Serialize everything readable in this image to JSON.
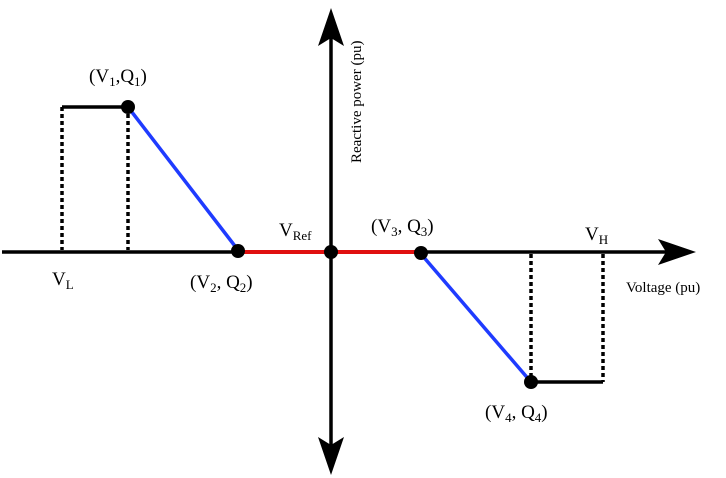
{
  "axes": {
    "x_label": "Voltage (pu)",
    "y_label": "Reactive power (pu)"
  },
  "labels": {
    "vl": {
      "main": "V",
      "sub": "L"
    },
    "vh": {
      "main": "V",
      "sub": "H"
    },
    "vref": {
      "main": "V",
      "sub": "Ref"
    },
    "p1": {
      "open": "(V",
      "s1": "1",
      "mid": ",Q",
      "s2": "1",
      "close": ")"
    },
    "p2": {
      "open": "(V",
      "s1": "2",
      "mid": ", Q",
      "s2": "2",
      "close": ")"
    },
    "p3": {
      "open": "(V",
      "s1": "3",
      "mid": ", Q",
      "s2": "3",
      "close": ")"
    },
    "p4": {
      "open": "(V",
      "s1": "4",
      "mid": ", Q",
      "s2": "4",
      "close": ")"
    }
  },
  "colors": {
    "axis": "#000000",
    "droop_segment": "#1f3bff",
    "deadband_segment": "#e01010",
    "point": "#000000"
  }
}
